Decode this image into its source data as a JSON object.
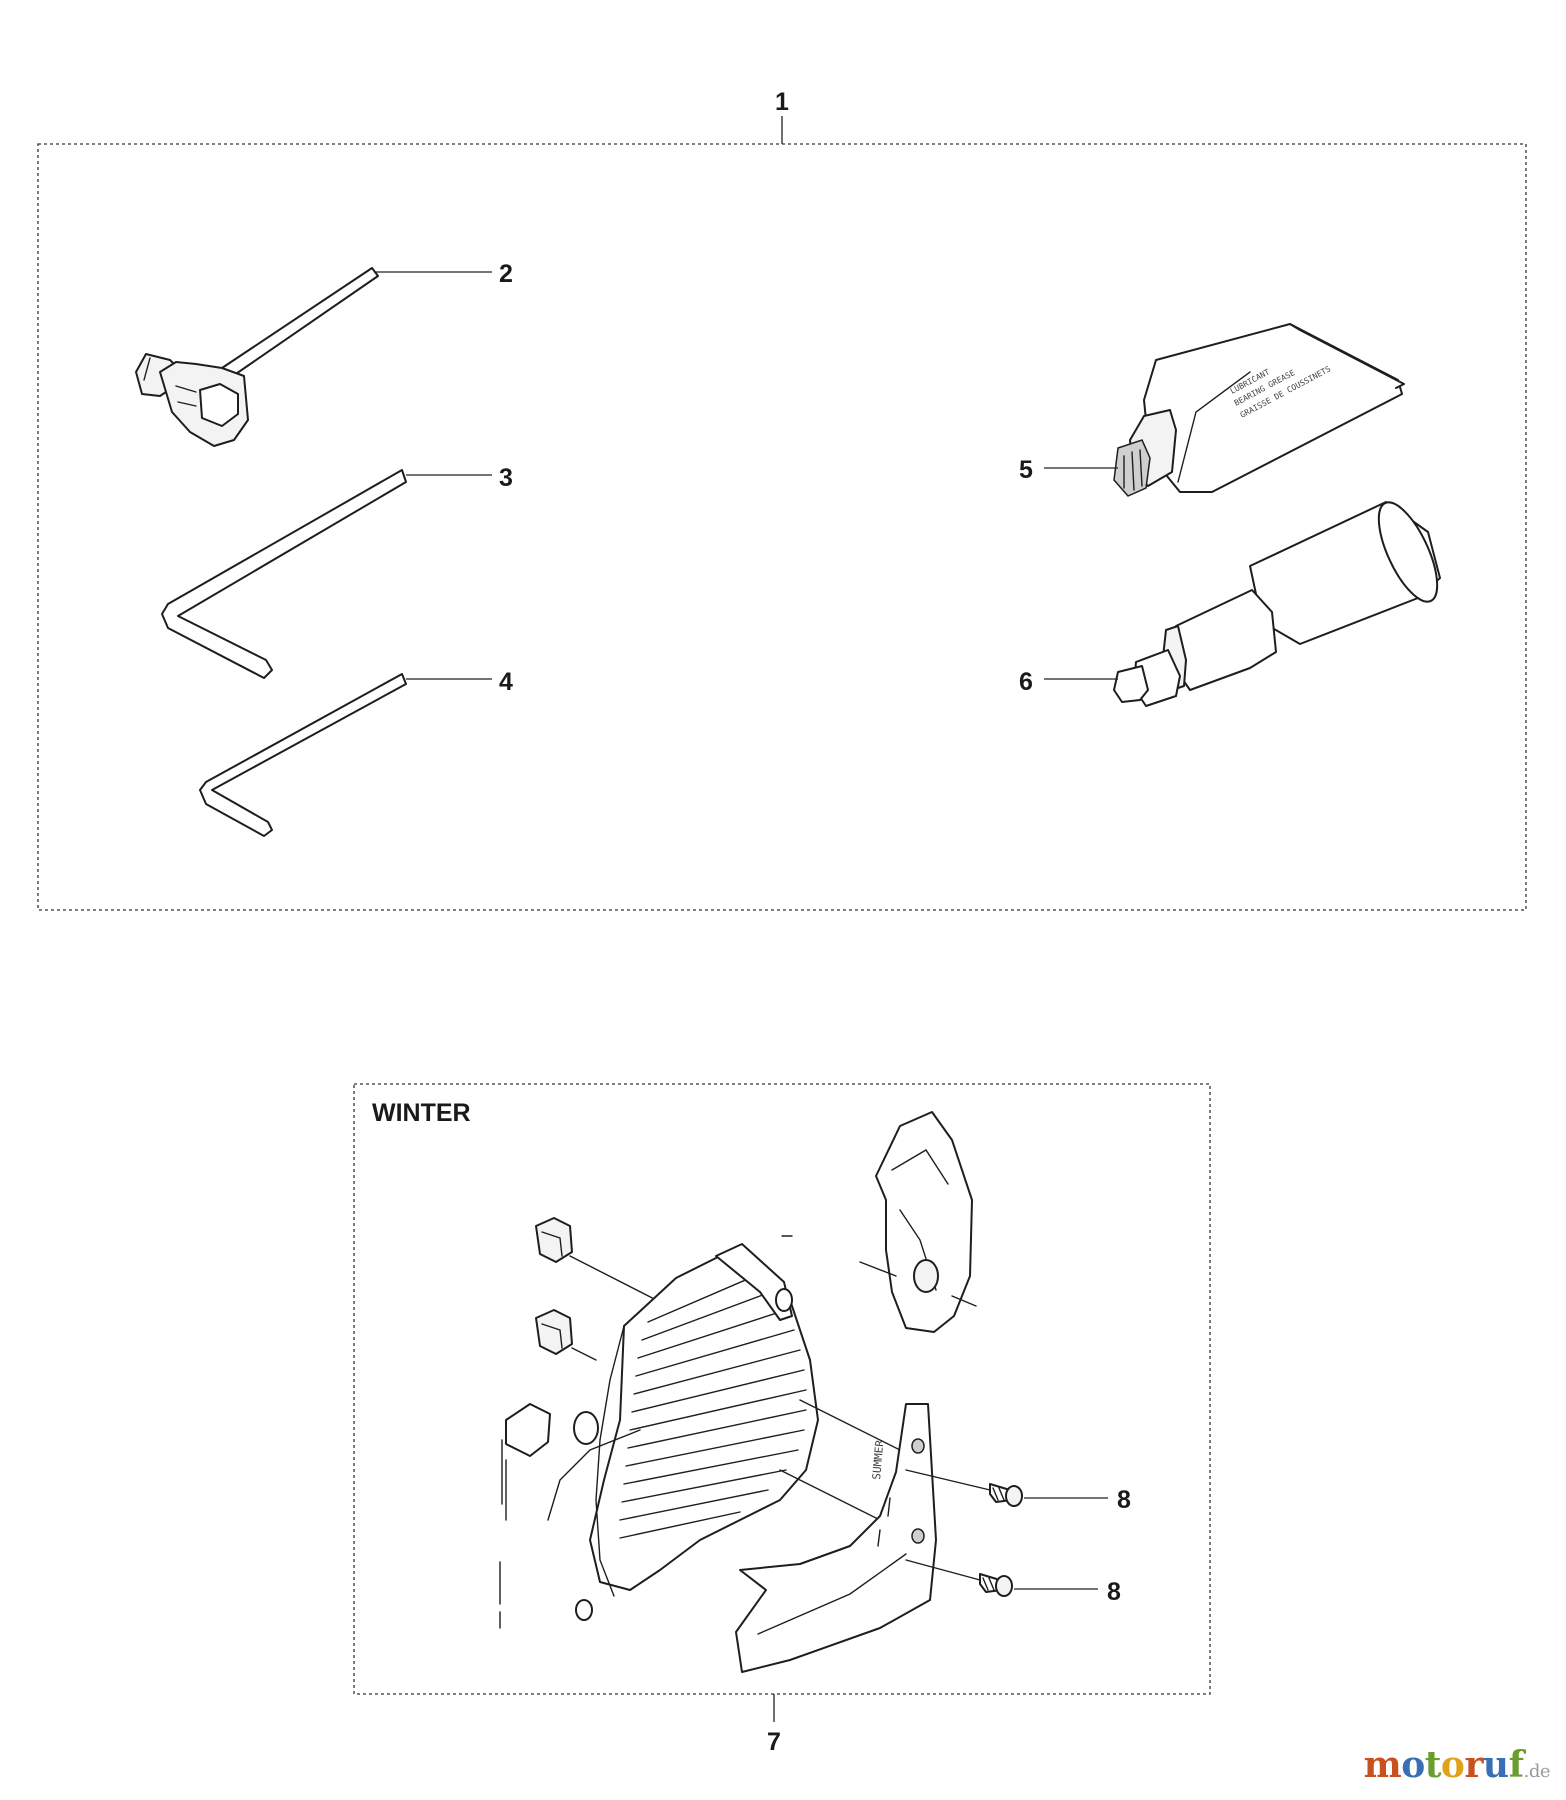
{
  "diagram": {
    "callouts": {
      "c1": "1",
      "c2": "2",
      "c3": "3",
      "c4": "4",
      "c5": "5",
      "c6": "6",
      "c7": "7",
      "c8a": "8",
      "c8b": "8"
    },
    "winter_label": "WINTER"
  },
  "watermark": {
    "segments": [
      {
        "text": "m",
        "color": "#c9501f"
      },
      {
        "text": "o",
        "color": "#3b6fb5"
      },
      {
        "text": "t",
        "color": "#6a9d2f"
      },
      {
        "text": "o",
        "color": "#e0a21a"
      },
      {
        "text": "r",
        "color": "#c9501f"
      },
      {
        "text": "u",
        "color": "#3b6fb5"
      },
      {
        "text": "f",
        "color": "#6a9d2f"
      }
    ],
    "suffix": ".de"
  }
}
